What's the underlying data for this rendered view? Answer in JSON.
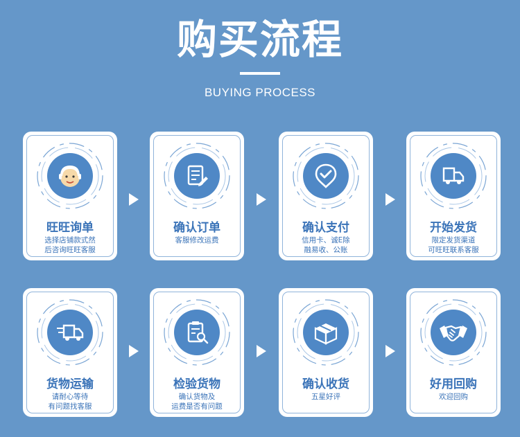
{
  "header": {
    "title": "购买流程",
    "subtitle": "BUYING PROCESS"
  },
  "colors": {
    "background": "#6597c9",
    "accent": "#4f88c6",
    "text": "#3a73b8",
    "card": "#ffffff"
  },
  "steps": [
    {
      "icon": "customer-service-icon",
      "title": "旺旺询单",
      "desc": [
        "选择店铺款式然",
        "后咨询旺旺客服"
      ]
    },
    {
      "icon": "order-form-icon",
      "title": "确认订单",
      "desc": [
        "客服修改运费"
      ]
    },
    {
      "icon": "check-location-icon",
      "title": "确认支付",
      "desc": [
        "信用卡、诚E除",
        "融易收、公账"
      ]
    },
    {
      "icon": "delivery-van-icon",
      "title": "开始发货",
      "desc": [
        "限定发货渠道",
        "可旺旺联系客服"
      ]
    },
    {
      "icon": "fast-truck-icon",
      "title": "货物运输",
      "desc": [
        "请耐心等待",
        "有问题找客服"
      ]
    },
    {
      "icon": "inspect-document-icon",
      "title": "检验货物",
      "desc": [
        "确认货物及",
        "运费是否有问题"
      ]
    },
    {
      "icon": "package-box-icon",
      "title": "确认收货",
      "desc": [
        "五星好评"
      ]
    },
    {
      "icon": "handshake-icon",
      "title": "好用回购",
      "desc": [
        "欢迎回购"
      ]
    }
  ]
}
